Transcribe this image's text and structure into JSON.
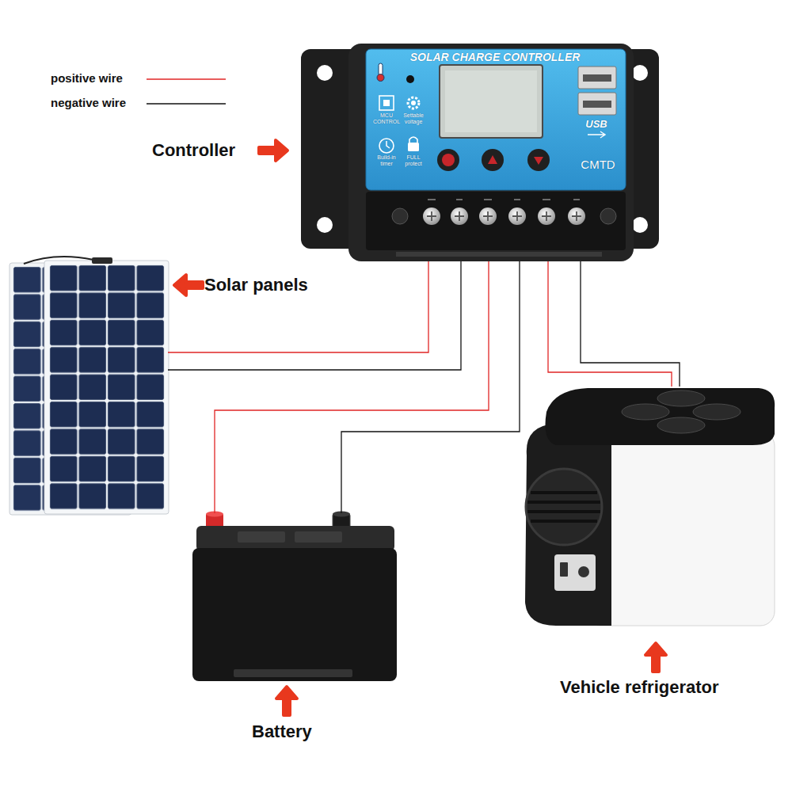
{
  "diagram": {
    "nodes": [
      {
        "text": [
          "Controller"
        ]
      },
      {
        "text": [
          "Solar panels"
        ]
      },
      {
        "text": [
          "Battery"
        ]
      },
      {
        "text": [
          "Vehicle refrigerator"
        ]
      }
    ],
    "edges": [
      {
        "from": 1,
        "to": 0,
        "arrow": "none"
      },
      {
        "from": 1,
        "to": 0,
        "arrow": "none"
      },
      {
        "from": 0,
        "to": 2,
        "arrow": "none"
      },
      {
        "from": 0,
        "to": 2,
        "arrow": "none"
      },
      {
        "from": 0,
        "to": 3,
        "arrow": "none"
      },
      {
        "from": 0,
        "to": 3,
        "arrow": "none"
      }
    ],
    "labels": [
      "SOLAR CHARGE CONTROLLER",
      "MCU CONTROL",
      "Settable voltage",
      "Build-in timer",
      "FULL protect",
      "USB",
      "CMTD"
    ],
    "legend": [
      {
        "text": "positive wire"
      },
      {
        "text": "negative wire"
      }
    ]
  }
}
